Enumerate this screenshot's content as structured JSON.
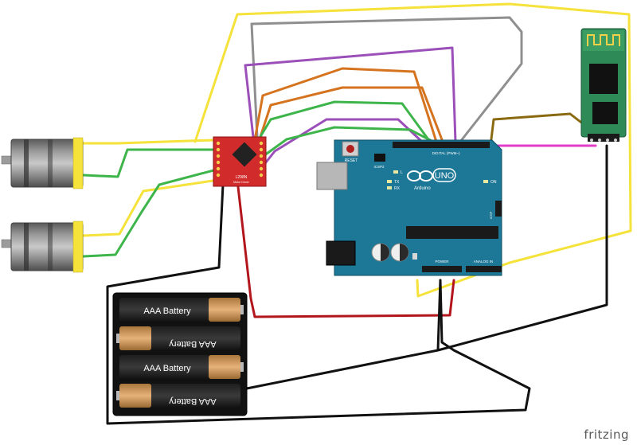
{
  "watermark": "fritzing",
  "battery": {
    "label": "AAA Battery",
    "cells": [
      {
        "label": "AAA Battery",
        "flipped": false
      },
      {
        "label": "AAA Battery",
        "flipped": true
      },
      {
        "label": "AAA Battery",
        "flipped": false
      },
      {
        "label": "AAA Battery",
        "flipped": true
      }
    ]
  },
  "arduino": {
    "logo": "UNO",
    "brand": "Arduino",
    "reset": "RESET",
    "icsp": "ICSP2",
    "icsp_side": "ICSP",
    "tx": "TX",
    "rx": "RX",
    "on": "ON",
    "l": "L",
    "digital": "DIGITAL (PWM~)",
    "power": "POWER",
    "analog": "ANALOG IN"
  },
  "driver": {
    "name": "L298N",
    "sub": "Motor Driver"
  },
  "colors": {
    "yellow": "#f5e23a",
    "gray": "#8f8f8f",
    "purple": "#9b4fb8",
    "orange": "#d5731f",
    "green": "#3db54a",
    "red": "#b2161c",
    "black": "#111111",
    "magenta": "#e33ec8",
    "brown": "#8a6a10",
    "board": "#1d7796",
    "bt": "#2e8b57"
  }
}
